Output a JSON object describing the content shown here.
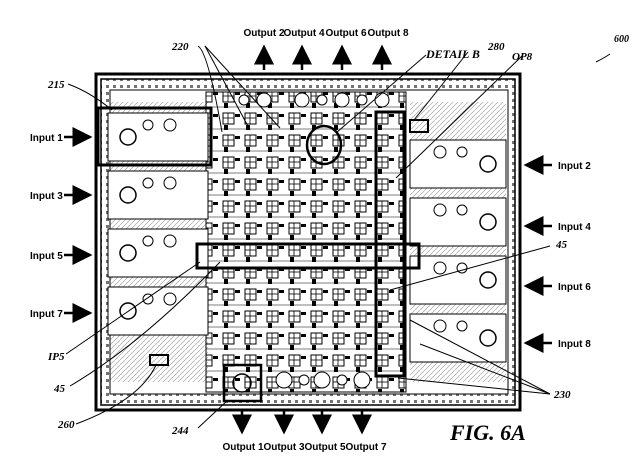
{
  "figure": {
    "figure_number": "600",
    "caption": "FIG. 6A",
    "outputs_top": [
      "Output 2",
      "Output 4",
      "Output 6",
      "Output 8"
    ],
    "outputs_bottom": [
      "Output 1",
      "Output 3",
      "Output 5",
      "Output 7"
    ],
    "inputs_left": [
      "Input 1",
      "Input 3",
      "Input 5",
      "Input 7"
    ],
    "inputs_right": [
      "Input 2",
      "Input 4",
      "Input 6",
      "Input 8"
    ],
    "refs": {
      "r215": "215",
      "r220": "220",
      "detail_b": "DETAIL B",
      "r280": "280",
      "op8": "OP8",
      "r45_right": "45",
      "ip5": "IP5",
      "r45_left": "45",
      "r260": "260",
      "r244": "244",
      "r230": "230"
    },
    "colors": {
      "line": "#000000",
      "background": "#ffffff"
    }
  }
}
